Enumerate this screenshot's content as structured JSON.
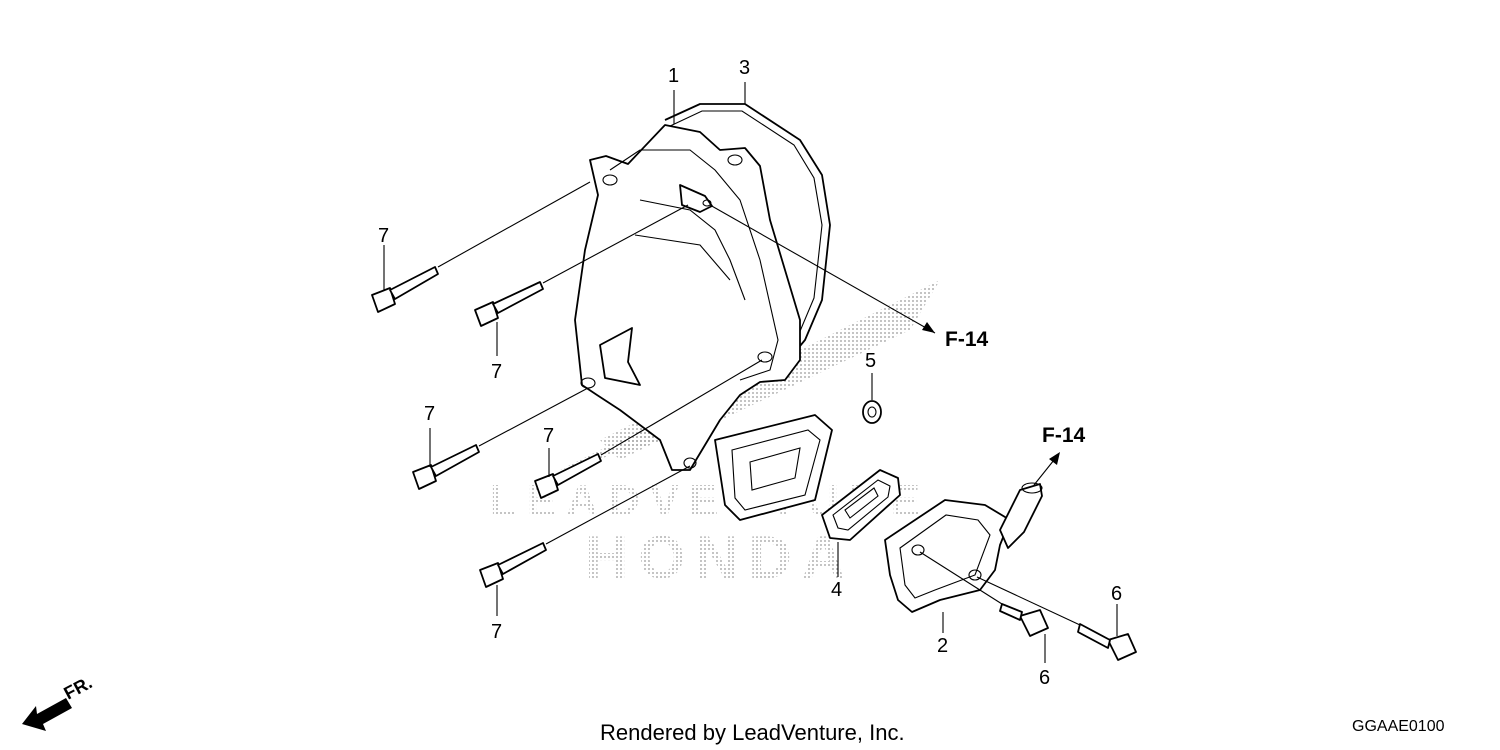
{
  "callouts": {
    "c1": "1",
    "c3": "3",
    "c7a": "7",
    "c7b": "7",
    "c7c": "7",
    "c7d": "7",
    "c7e": "7",
    "c5": "5",
    "c4": "4",
    "c2": "2",
    "c6a": "6",
    "c6b": "6"
  },
  "references": {
    "ref_upper": "F-14",
    "ref_lower": "F-14"
  },
  "watermark": {
    "line1": "LEADVENTURE",
    "line2": "HONDA"
  },
  "direction_label": "FR.",
  "footer_text": "Rendered by LeadVenture, Inc.",
  "diagram_code": "GGAAE0100"
}
